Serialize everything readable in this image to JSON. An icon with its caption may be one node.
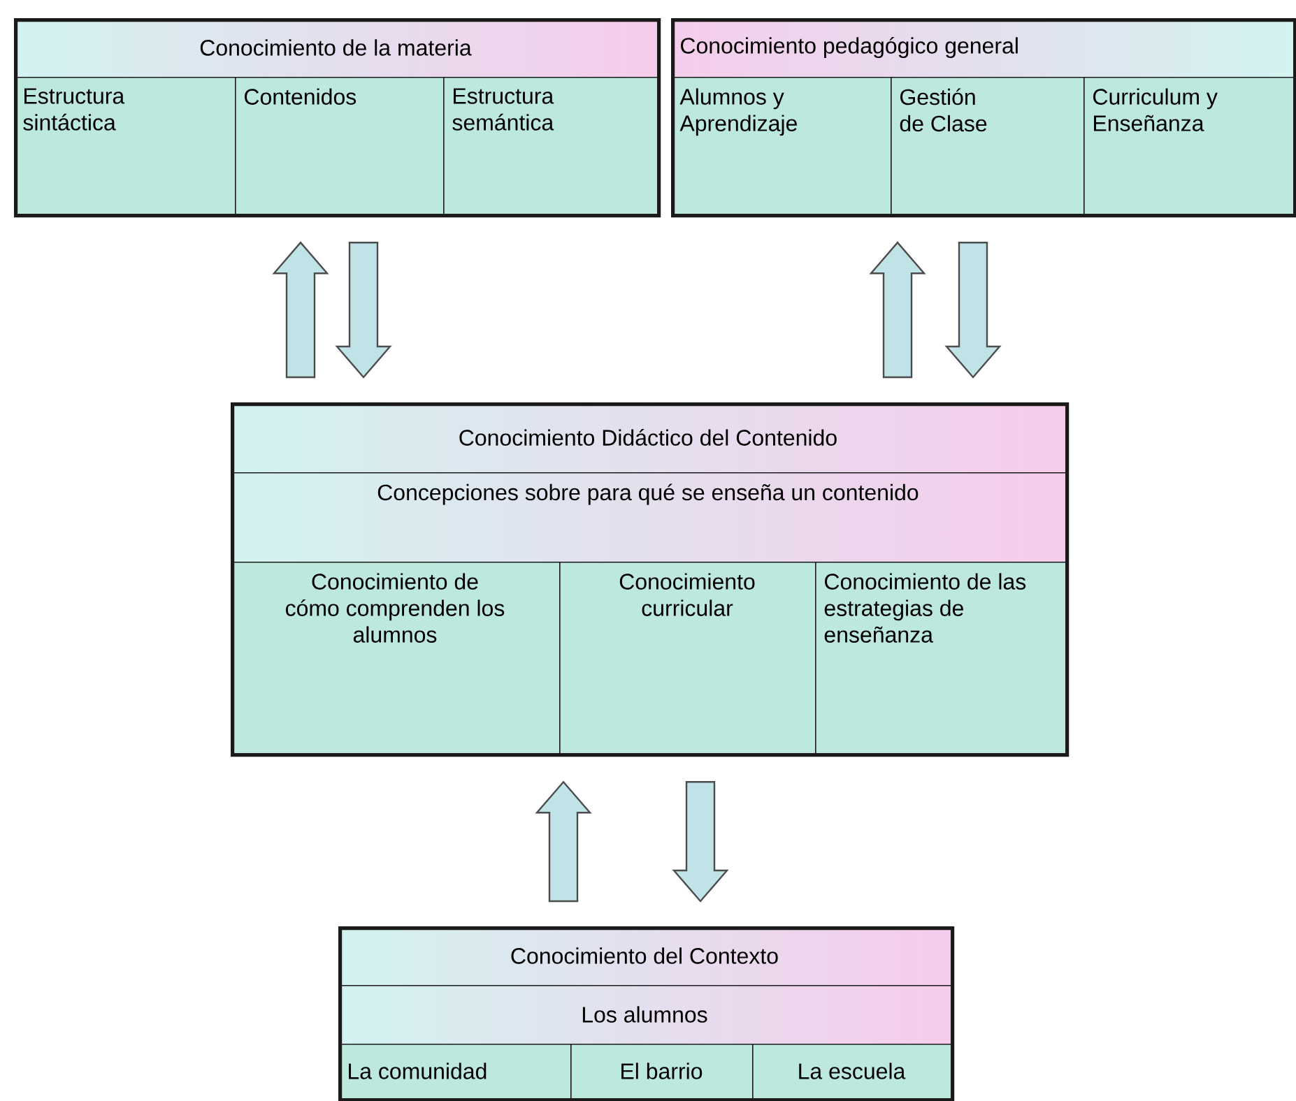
{
  "diagram": {
    "nodes": [
      {
        "text": [],
        "shape": "box"
      },
      {
        "text": [
          "Conocimiento de la materia"
        ],
        "in": 0
      },
      {
        "text": [
          "Estructura sintáctica"
        ],
        "in": 0
      },
      {
        "text": [
          "Contenidos"
        ],
        "in": 0
      },
      {
        "text": [
          "Estructura semántica"
        ],
        "in": 0
      },
      {
        "text": [],
        "shape": "box"
      },
      {
        "text": [
          "Conocimiento pedagógico general"
        ],
        "in": 5
      },
      {
        "text": [
          "Alumnos y Aprendizaje"
        ],
        "in": 5
      },
      {
        "text": [
          "Gestión de Clase"
        ],
        "in": 5
      },
      {
        "text": [
          "Curriculum y Enseñanza"
        ],
        "in": 5
      },
      {
        "text": [],
        "shape": "box"
      },
      {
        "text": [
          "Conocimiento Didáctico del Contenido"
        ],
        "in": 10
      },
      {
        "text": [
          "Concepciones sobre para qué se enseña un contenido"
        ],
        "in": 10
      },
      {
        "text": [
          "Conocimiento de cómo comprenden los alumnos"
        ],
        "in": 10
      },
      {
        "text": [
          "Conocimiento curricular"
        ],
        "in": 10
      },
      {
        "text": [
          "Conocimiento de las estrategias de enseñanza"
        ],
        "in": 10
      },
      {
        "text": [],
        "shape": "box"
      },
      {
        "text": [
          "Conocimiento del Contexto"
        ],
        "in": 16
      },
      {
        "text": [
          "Los alumnos"
        ],
        "in": 16
      },
      {
        "text": [
          "La comunidad"
        ],
        "in": 16
      },
      {
        "text": [
          "El barrio"
        ],
        "in": 16
      },
      {
        "text": [
          "La escuela"
        ],
        "in": 16
      }
    ],
    "edges": [
      {
        "from": 10,
        "to": 0,
        "arrow": "to"
      },
      {
        "from": 0,
        "to": 10,
        "arrow": "to"
      },
      {
        "from": 10,
        "to": 5,
        "arrow": "to"
      },
      {
        "from": 5,
        "to": 10,
        "arrow": "to"
      },
      {
        "from": 16,
        "to": 10,
        "arrow": "to"
      },
      {
        "from": 10,
        "to": 16,
        "arrow": "to"
      }
    ]
  }
}
